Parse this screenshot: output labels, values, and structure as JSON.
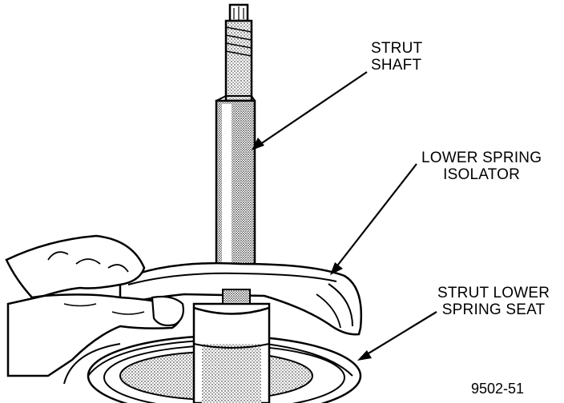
{
  "labels": {
    "strut_shaft": [
      "STRUT",
      "SHAFT"
    ],
    "lower_spring_isolator": [
      "LOWER SPRING",
      "ISOLATOR"
    ],
    "strut_lower_spring_seat": [
      "STRUT LOWER",
      "SPRING SEAT"
    ]
  },
  "figure_id": "9502-51"
}
